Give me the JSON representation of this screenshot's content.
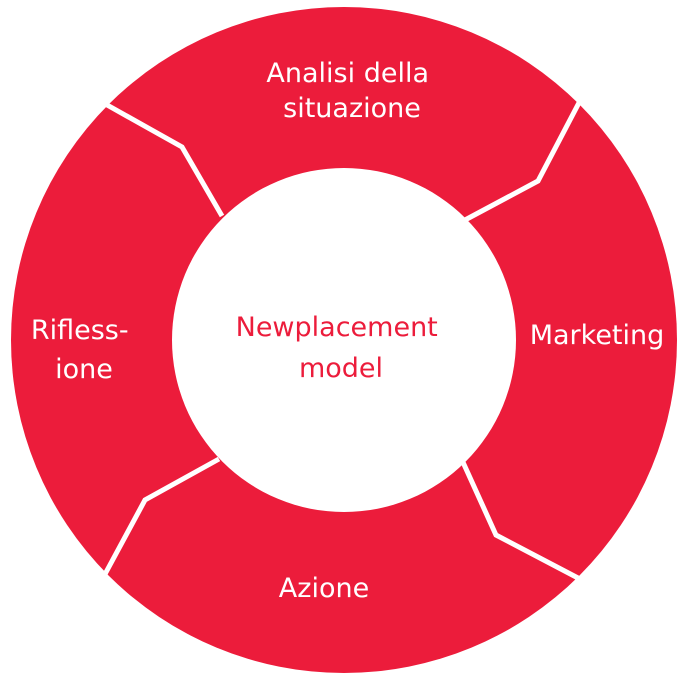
{
  "diagram": {
    "colors": {
      "ring": "#ec1c3b",
      "center_fill": "#ffffff",
      "center_text": "#ec1c3b",
      "segment_text": "#ffffff",
      "divider": "#ffffff"
    },
    "center": {
      "line1": "Newplacement",
      "line2": "model"
    },
    "segments": [
      {
        "id": "analisi",
        "line1": "Analisi della",
        "line2": "situazione"
      },
      {
        "id": "marketing",
        "line1": "Marketing"
      },
      {
        "id": "azione",
        "line1": "Azione"
      },
      {
        "id": "riflessione",
        "line1": "Rifless-",
        "line2": "ione"
      }
    ]
  }
}
